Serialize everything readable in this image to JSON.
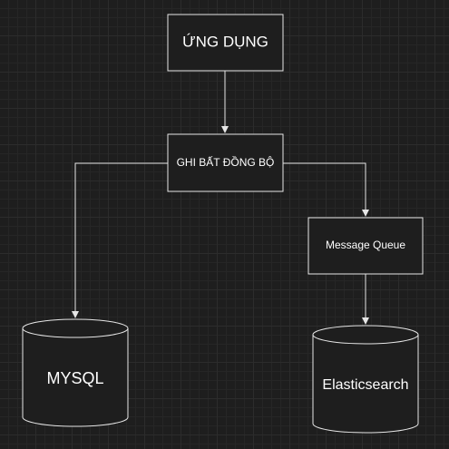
{
  "nodes": {
    "app": {
      "label": "ỨNG DỤNG"
    },
    "sync_write": {
      "label": "GHI BẤT ĐỒNG BỘ"
    },
    "queue": {
      "label": "Message Queue"
    },
    "mysql": {
      "label": "MYSQL"
    },
    "elastic": {
      "label": "Elasticsearch"
    }
  },
  "edges": [
    {
      "from": "app",
      "to": "sync_write"
    },
    {
      "from": "sync_write",
      "to": "mysql"
    },
    {
      "from": "sync_write",
      "to": "queue"
    },
    {
      "from": "queue",
      "to": "elastic"
    }
  ],
  "colors": {
    "background": "#1e1e1e",
    "stroke": "#e6e6e6",
    "fill": "#1e1e1e",
    "text": "#ffffff"
  }
}
